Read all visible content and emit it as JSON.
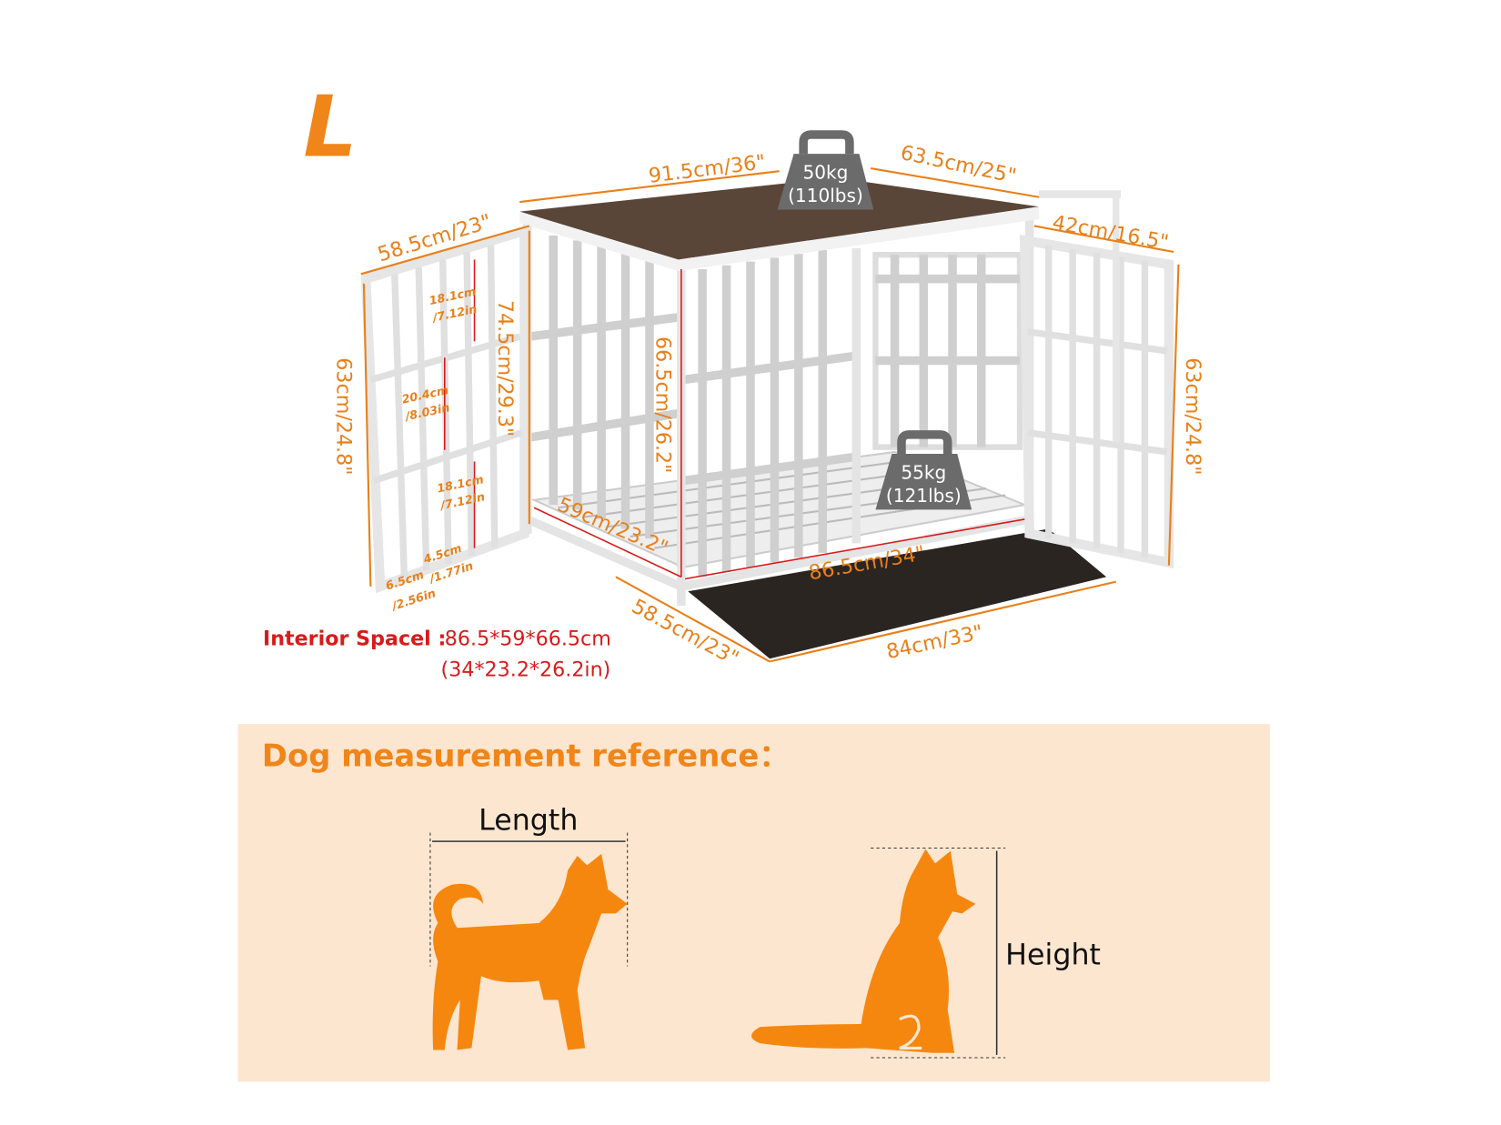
{
  "size_label": "L",
  "dimensions": {
    "top_width": "91.5cm/36\"",
    "top_depth": "63.5cm/25\"",
    "left_door_width": "58.5cm/23\"",
    "left_door_height": "63cm/24.8\"",
    "total_height": "74.5cm/29.3\"",
    "interior_height": "66.5cm/26.2\"",
    "interior_depth": "59cm/23.2\"",
    "interior_width": "86.5cm/34\"",
    "right_door_width": "42cm/16.5\"",
    "right_door_height": "63cm/24.8\"",
    "base_depth": "58.5cm/23\"",
    "tray_width": "84cm/33\""
  },
  "door_gaps": {
    "top_gap": [
      "18.1cm",
      "/7.12in"
    ],
    "middle_gap": [
      "20.4cm",
      "/8.03in"
    ],
    "bottom_gap": [
      "18.1cm",
      "/7.12in"
    ],
    "bar_gap_a": [
      "6.5cm",
      "/2.56in"
    ],
    "bar_gap_b": [
      "4.5cm",
      "/1.77in"
    ]
  },
  "load_badges": {
    "top": [
      "50kg",
      "(110lbs)"
    ],
    "floor": [
      "55kg",
      "(121lbs)"
    ]
  },
  "interior_space": {
    "label": "Interior Spacel :",
    "metric": "86.5*59*66.5cm",
    "imperial": "(34*23.2*26.2in)"
  },
  "reference": {
    "title": "Dog measurement reference：",
    "length_label": "Length",
    "height_label": "Height"
  },
  "colors": {
    "orange": "#f08519",
    "peach": "#fde6cf",
    "red": "#d81b1b",
    "wood": "#5a4638"
  }
}
